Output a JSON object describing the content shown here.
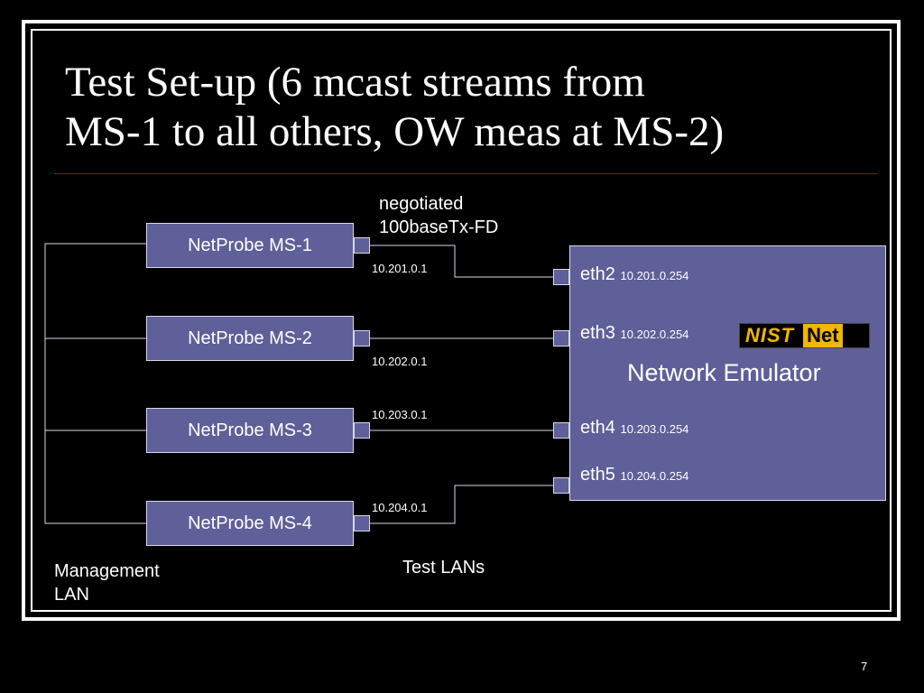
{
  "slide": {
    "title_line1": "Test Set-up (6 mcast streams from",
    "title_line2": "MS-1 to all others, OW meas at MS-2)",
    "page_number": "7"
  },
  "link_note": {
    "line1": "negotiated",
    "line2": "100baseTx-FD"
  },
  "probes": [
    {
      "label": "NetProbe MS-1",
      "ip": "10.201.0.1"
    },
    {
      "label": "NetProbe MS-2",
      "ip": "10.202.0.1"
    },
    {
      "label": "NetProbe MS-3",
      "ip": "10.203.0.1"
    },
    {
      "label": "NetProbe MS-4",
      "ip": "10.204.0.1"
    }
  ],
  "emulator": {
    "label": "Network Emulator",
    "logo_part1": "NIST",
    "logo_part2": "Net",
    "interfaces": [
      {
        "name": "eth2",
        "ip": "10.201.0.254"
      },
      {
        "name": "eth3",
        "ip": "10.202.0.254"
      },
      {
        "name": "eth4",
        "ip": "10.203.0.254"
      },
      {
        "name": "eth5",
        "ip": "10.204.0.254"
      }
    ]
  },
  "labels": {
    "management_line1": "Management",
    "management_line2": "LAN",
    "test_lans": "Test LANs"
  },
  "colors": {
    "box_fill": "#5f5f99",
    "title_rule": "#8b1a1a",
    "logo_accent": "#f2b500"
  }
}
